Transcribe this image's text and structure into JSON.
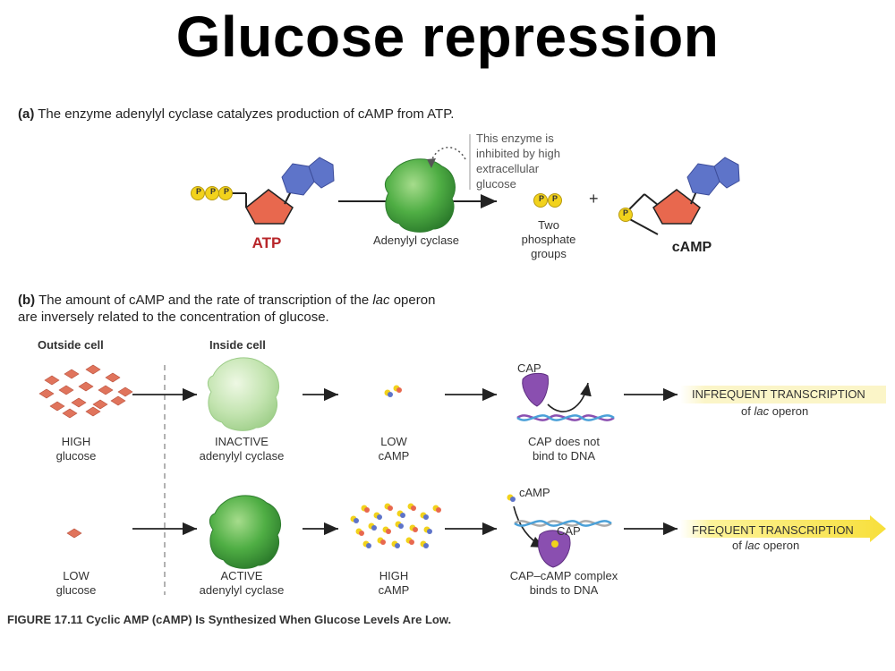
{
  "title": "Glucose repression",
  "part_a": {
    "letter": "(a)",
    "heading": "The enzyme adenylyl cyclase catalyzes production of cAMP from ATP.",
    "note": [
      "This enzyme is",
      "inhibited by high",
      "extracellular",
      "glucose"
    ],
    "atp_label": "ATP",
    "enzyme_label": "Adenylyl cyclase",
    "phosphate_label": [
      "Two",
      "phosphate",
      "groups"
    ],
    "plus": "+",
    "camp_label": "cAMP",
    "p": "P"
  },
  "part_b": {
    "letter": "(b)",
    "heading_1": "The amount of cAMP and the rate of transcription of the",
    "heading_lac": "lac",
    "heading_2": "operon",
    "heading_3": "are inversely related to the concentration of glucose.",
    "outside": "Outside cell",
    "inside": "Inside cell",
    "row1": {
      "glucose": [
        "HIGH",
        "glucose"
      ],
      "enzyme": [
        "INACTIVE",
        "adenylyl cyclase"
      ],
      "camp": [
        "LOW",
        "cAMP"
      ],
      "cap": "CAP",
      "cap_result": [
        "CAP does not",
        "bind to DNA"
      ],
      "transcription": "INFREQUENT TRANSCRIPTION",
      "of": "of",
      "lac": "lac",
      "operon": "operon"
    },
    "row2": {
      "glucose": [
        "LOW",
        "glucose"
      ],
      "enzyme": [
        "ACTIVE",
        "adenylyl cyclase"
      ],
      "camp": [
        "HIGH",
        "cAMP"
      ],
      "camp_label": "cAMP",
      "cap": "CAP",
      "cap_result": [
        "CAP–cAMP complex",
        "binds to DNA"
      ],
      "transcription": "FREQUENT TRANSCRIPTION",
      "of": "of",
      "lac": "lac",
      "operon": "operon"
    }
  },
  "caption": "FIGURE 17.11  Cyclic AMP (cAMP) Is Synthesized When Glucose Levels Are Low.",
  "colors": {
    "phosphate": "#f2d21c",
    "ribose": "#e8684e",
    "base": "#5e74c9",
    "enzyme_active": "#3c9a3c",
    "enzyme_inactive": "#b5dca0",
    "glucose": "#e0745c",
    "cap": "#8a4fb0",
    "highlight": "#fbf5c8",
    "atp_text": "#b8262a"
  }
}
